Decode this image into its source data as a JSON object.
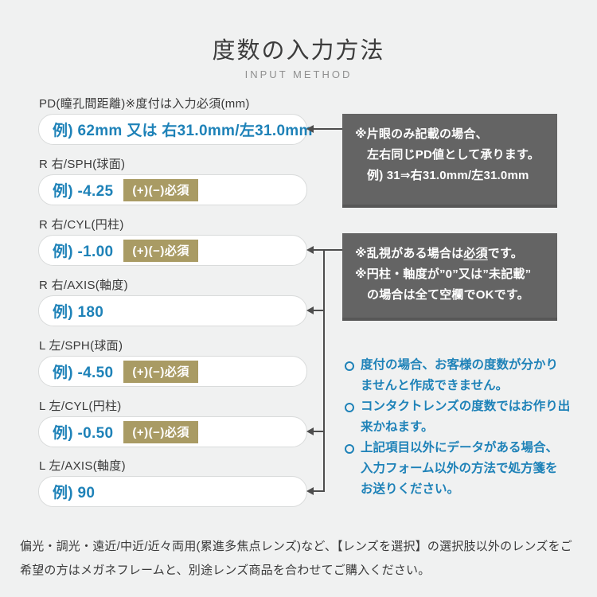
{
  "header": {
    "title": "度数の入力方法",
    "subtitle": "INPUT METHOD"
  },
  "form": {
    "rows": [
      {
        "label": "PD(瞳孔間距離)※度付は入力必須(mm)",
        "example": "例) 62mm 又は 右31.0mm/左31.0mm"
      },
      {
        "label": "R 右/SPH(球面)",
        "example": "例) -4.25",
        "badge": "(+)(−)必須"
      },
      {
        "label": "R 右/CYL(円柱)",
        "example": "例) -1.00",
        "badge": "(+)(−)必須"
      },
      {
        "label": "R 右/AXIS(軸度)",
        "example": "例) 180"
      },
      {
        "label": "L 左/SPH(球面)",
        "example": "例) -4.50",
        "badge": "(+)(−)必須"
      },
      {
        "label": "L 左/CYL(円柱)",
        "example": "例) -0.50",
        "badge": "(+)(−)必須"
      },
      {
        "label": "L 左/AXIS(軸度)",
        "example": "例) 90"
      }
    ]
  },
  "notes": {
    "pd_note": {
      "lines": [
        "※片眼のみ記載の場合、",
        "左右同じPD値として承ります。",
        "例) 31⇒右31.0mm/左31.0mm"
      ]
    },
    "astig_note": {
      "line1_prefix": "※乱視がある場合は",
      "line1_underlined": "必須",
      "line1_suffix": "です。",
      "line2": "※円柱・軸度が”0”又は”未記載”",
      "line3": "の場合は全て空欄でOKです。"
    }
  },
  "bullets": [
    {
      "lines": [
        "度付の場合、お客様の度数が分かり",
        "ませんと作成できません。"
      ]
    },
    {
      "lines": [
        "コンタクトレンズの度数ではお作り出",
        "来かねます。"
      ]
    },
    {
      "lines": [
        "上記項目以外にデータがある場合、",
        "入力フォーム以外の方法で処方箋を",
        "お送りください。"
      ]
    }
  ],
  "footer": {
    "text": "偏光・調光・遠近/中近/近々両用(累進多焦点レンズ)など、【レンズを選択】の選択肢以外のレンズをご希望の方はメガネフレームと、別途レンズ商品を合わせてご購入ください。"
  },
  "colors": {
    "accent_blue": "#1e82b8",
    "badge_gold": "#a99b64",
    "note_gray": "#646464",
    "arrow_gray": "#4d4d4d",
    "background": "#f0f1f1"
  }
}
